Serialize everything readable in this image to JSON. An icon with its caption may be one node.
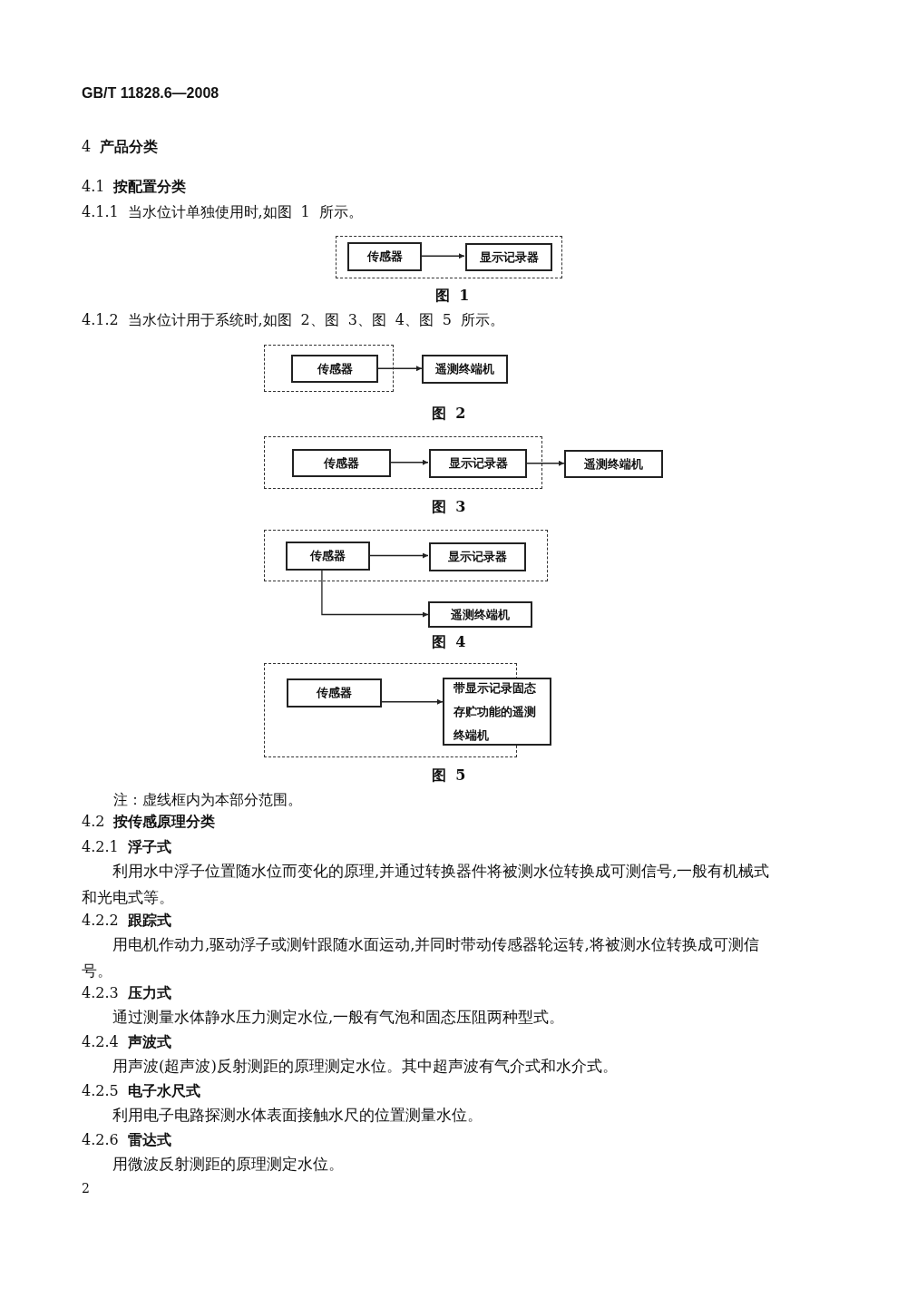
{
  "diagram": {
    "nodes": [
      {
        "text": [],
        "shape": "box"
      },
      {
        "text": [
          "传感器"
        ],
        "in": 0
      },
      {
        "text": [
          "显示记录器"
        ],
        "in": 0
      },
      {
        "text": [],
        "shape": "box"
      },
      {
        "text": [
          "传感器"
        ],
        "in": 3
      },
      {
        "text": [
          "遥测终端机"
        ]
      },
      {
        "text": [],
        "shape": "box"
      },
      {
        "text": [
          "传感器"
        ],
        "in": 6
      },
      {
        "text": [
          "显示记录器"
        ],
        "in": 6
      },
      {
        "text": [
          "遥测终端机"
        ]
      },
      {
        "text": [],
        "shape": "box"
      },
      {
        "text": [
          "传感器"
        ],
        "in": 10
      },
      {
        "text": [
          "显示记录器"
        ],
        "in": 10
      },
      {
        "text": [
          "遥测终端机"
        ]
      },
      {
        "text": [],
        "shape": "box"
      },
      {
        "text": [
          "传感器"
        ],
        "in": 14
      },
      {
        "text": [
          "带显示记录固态存贮功能的遥测终端机"
        ]
      }
    ],
    "edges": [
      {
        "from": 1,
        "to": 2,
        "arrow": "to"
      },
      {
        "from": 4,
        "to": 5,
        "arrow": "to"
      },
      {
        "from": 7,
        "to": 8,
        "arrow": "to"
      },
      {
        "from": 8,
        "to": 9,
        "arrow": "to"
      },
      {
        "from": 11,
        "to": 12,
        "arrow": "to"
      },
      {
        "from": 11,
        "to": 13,
        "arrow": "to"
      },
      {
        "from": 15,
        "to": 16,
        "arrow": "to"
      }
    ],
    "labels": [
      "GB/T 11828.6—2008",
      "4 **产品分类**",
      "4.1 **按配置分类**",
      "4.1.1 当水位计单独使用时,如图 1 所示。",
      "图 1",
      "4.1.2 当水位计用于系统时,如图 2、图 3、图 4、图 5 所示。",
      "图 2",
      "图 3",
      "图 4",
      "图 5",
      "注：虚线框内为本部分范围。",
      "4.2 **按传感原理分类**",
      "4.2.1 **浮子式**",
      "利用水中浮子位置随水位而变化的原理,并通过转换器件将被测水位转换成可测信号,一般有机械式和光电式等。",
      "4.2.2 **跟踪式**",
      "用电机作动力,驱动浮子或测针跟随水面运动,并同时带动传感器轮运转,将被测水位转换成可测信号。",
      "4.2.3 **压力式**",
      "通过测量水体静水压力测定水位,一般有气泡和固态压阻两种型式。",
      "4.2.4 **声波式**",
      "用声波(超声波)反射测距的原理测定水位。其中超声波有气介式和水介式。",
      "4.2.5 **电子水尺式**",
      "利用电子电路探测水体表面接触水尺的位置测量水位。",
      "4.2.6 **雷达式**",
      "用微波反射测距的原理测定水位。",
      "2"
    ]
  }
}
